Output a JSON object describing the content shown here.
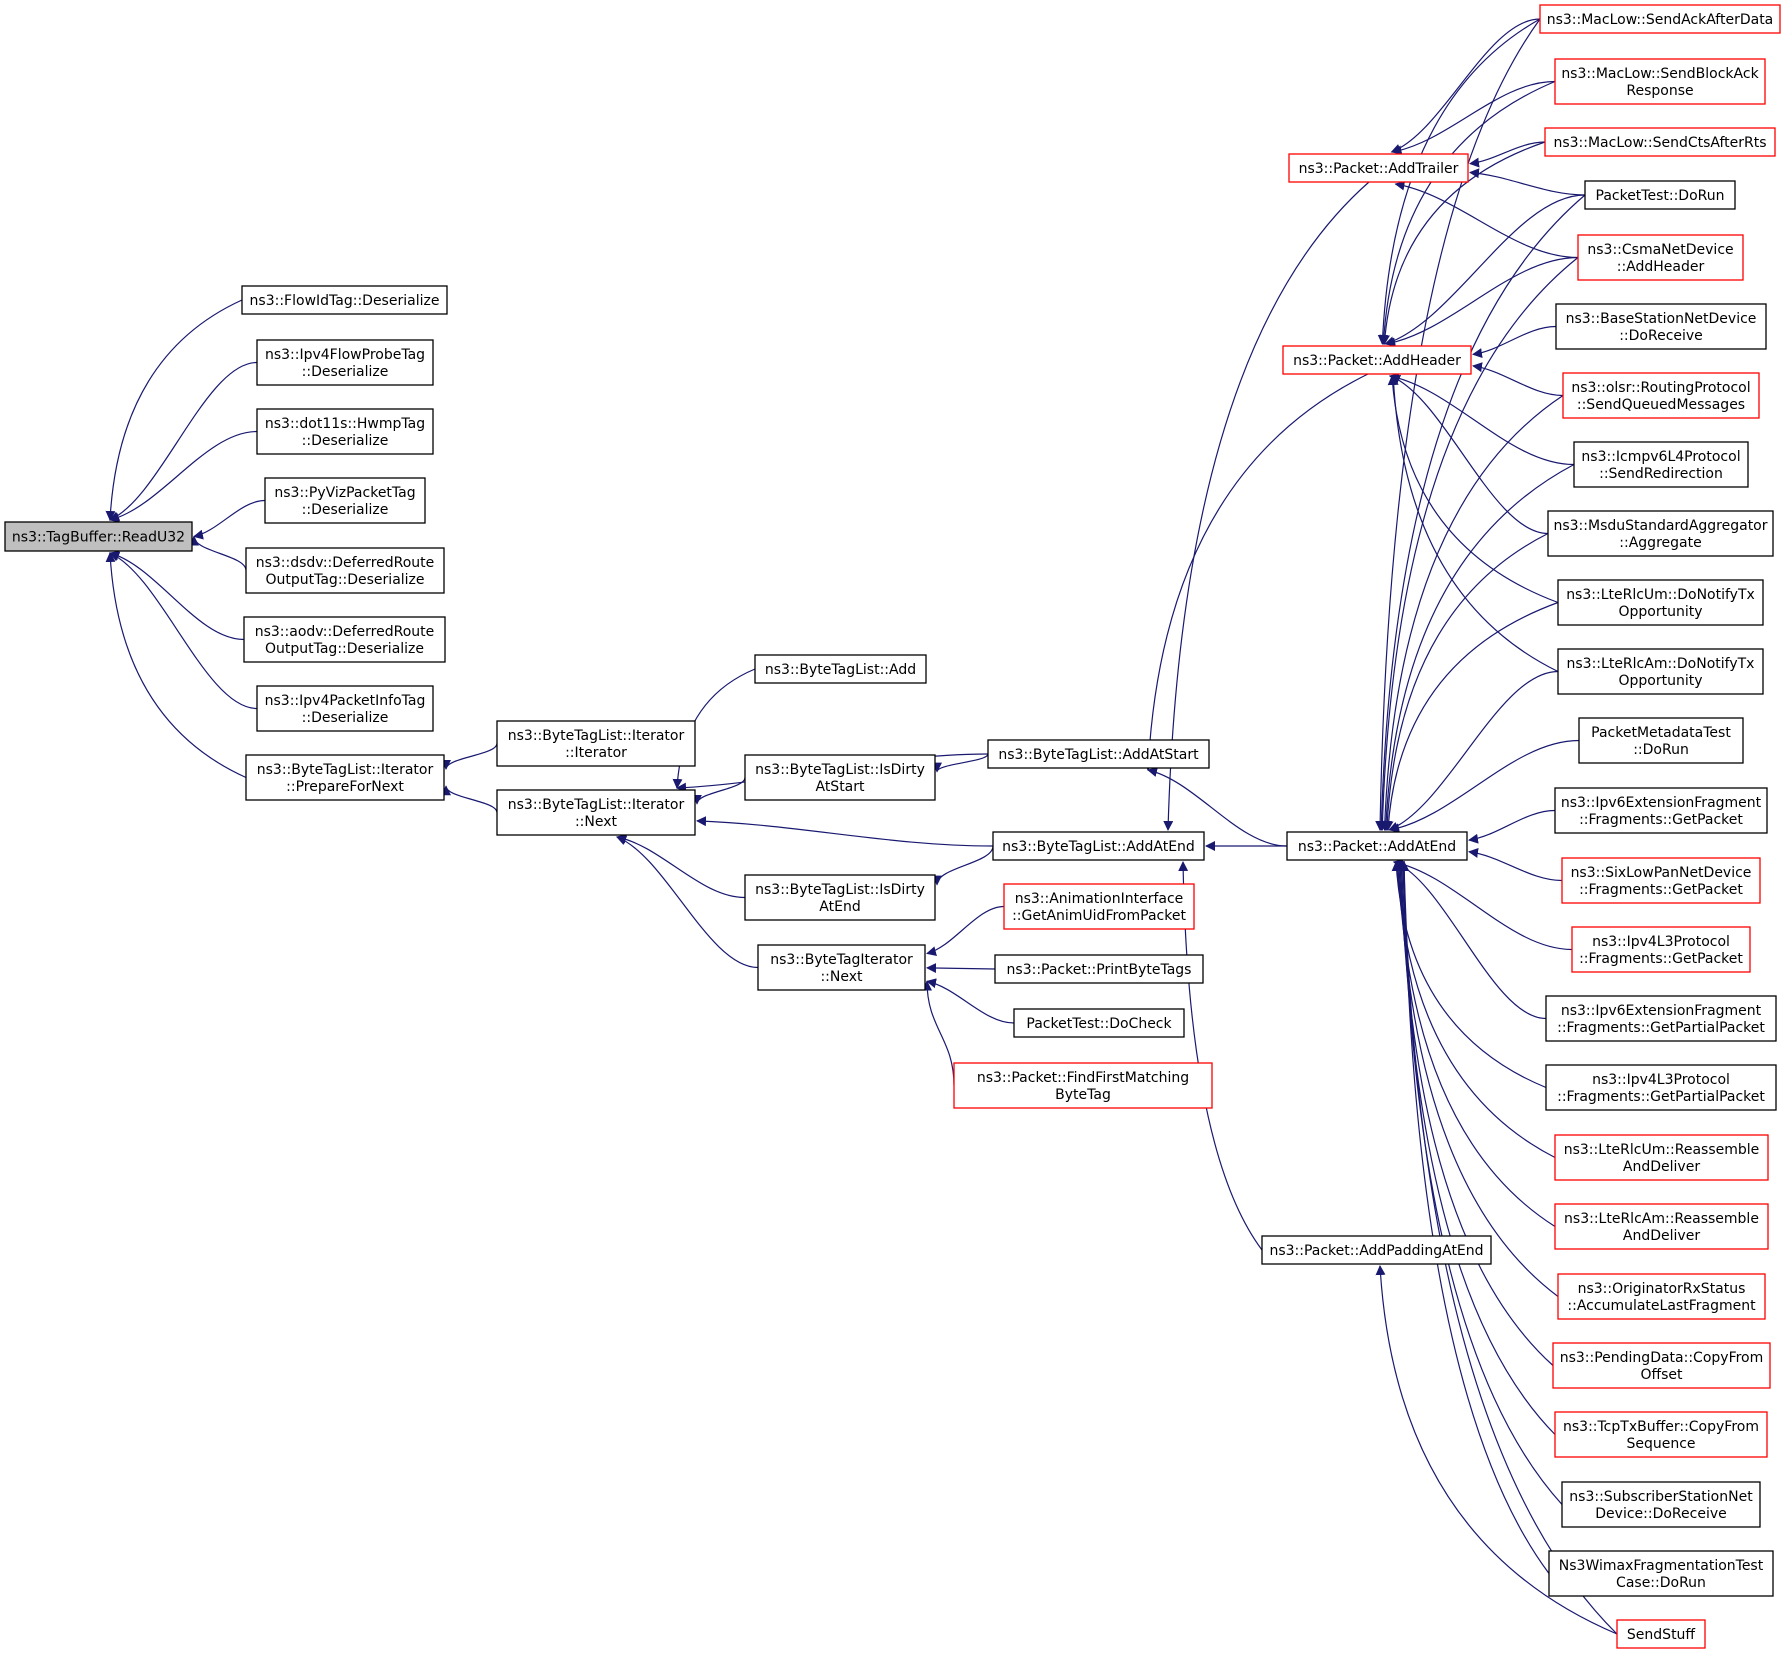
{
  "colors": {
    "edge": "#191970",
    "border_normal": "#000000",
    "border_truncated": "#ff0000",
    "fill_root": "#bfbfbf",
    "fill_node": "#ffffff"
  },
  "nodes": {
    "root": [
      "ns3::TagBuffer::ReadU32"
    ],
    "flowid": [
      "ns3::FlowIdTag::Deserialize"
    ],
    "ipv4flowprobe": [
      "ns3::Ipv4FlowProbeTag",
      "::Deserialize"
    ],
    "hwmp": [
      "ns3::dot11s::HwmpTag",
      "::Deserialize"
    ],
    "pyviz": [
      "ns3::PyVizPacketTag",
      "::Deserialize"
    ],
    "dsdv": [
      "ns3::dsdv::DeferredRoute",
      "OutputTag::Deserialize"
    ],
    "aodv": [
      "ns3::aodv::DeferredRoute",
      "OutputTag::Deserialize"
    ],
    "ipv4pktinfo": [
      "ns3::Ipv4PacketInfoTag",
      "::Deserialize"
    ],
    "preparefornext": [
      "ns3::ByteTagList::Iterator",
      "::PrepareForNext"
    ],
    "iterctor": [
      "ns3::ByteTagList::Iterator",
      "::Iterator"
    ],
    "iternext": [
      "ns3::ByteTagList::Iterator",
      "::Next"
    ],
    "btladd": [
      "ns3::ByteTagList::Add"
    ],
    "isdirtystart": [
      "ns3::ByteTagList::IsDirty",
      "AtStart"
    ],
    "isdirtyend": [
      "ns3::ByteTagList::IsDirty",
      "AtEnd"
    ],
    "btinext": [
      "ns3::ByteTagIterator",
      "::Next"
    ],
    "addatstart": [
      "ns3::ByteTagList::AddAtStart"
    ],
    "btladdatend": [
      "ns3::ByteTagList::AddAtEnd"
    ],
    "anim": [
      "ns3::AnimationInterface",
      "::GetAnimUidFromPacket"
    ],
    "printbytetags": [
      "ns3::Packet::PrintByteTags"
    ],
    "docheck": [
      "PacketTest::DoCheck"
    ],
    "findfirst": [
      "ns3::Packet::FindFirstMatching",
      "ByteTag"
    ],
    "addtrailer": [
      "ns3::Packet::AddTrailer"
    ],
    "addheader": [
      "ns3::Packet::AddHeader"
    ],
    "pktaddatend": [
      "ns3::Packet::AddAtEnd"
    ],
    "addpadding": [
      "ns3::Packet::AddPaddingAtEnd"
    ],
    "sendackafterdata": [
      "ns3::MacLow::SendAckAfterData"
    ],
    "sendblockack": [
      "ns3::MacLow::SendBlockAck",
      "Response"
    ],
    "sendctsafterrts": [
      "ns3::MacLow::SendCtsAfterRts"
    ],
    "packettestdorun": [
      "PacketTest::DoRun"
    ],
    "csmaaddheader": [
      "ns3::CsmaNetDevice",
      "::AddHeader"
    ],
    "bsreceive": [
      "ns3::BaseStationNetDevice",
      "::DoReceive"
    ],
    "olsr": [
      "ns3::olsr::RoutingProtocol",
      "::SendQueuedMessages"
    ],
    "icmpv6": [
      "ns3::Icmpv6L4Protocol",
      "::SendRedirection"
    ],
    "msdu": [
      "ns3::MsduStandardAggregator",
      "::Aggregate"
    ],
    "lterlcumtx": [
      "ns3::LteRlcUm::DoNotifyTx",
      "Opportunity"
    ],
    "lterlcamtx": [
      "ns3::LteRlcAm::DoNotifyTx",
      "Opportunity"
    ],
    "pktmetadatatest": [
      "PacketMetadataTest",
      "::DoRun"
    ],
    "ipv6extfrag": [
      "ns3::Ipv6ExtensionFragment",
      "::Fragments::GetPacket"
    ],
    "sixlowpan": [
      "ns3::SixLowPanNetDevice",
      "::Fragments::GetPacket"
    ],
    "ipv4l3frag": [
      "ns3::Ipv4L3Protocol",
      "::Fragments::GetPacket"
    ],
    "ipv6extpartial": [
      "ns3::Ipv6ExtensionFragment",
      "::Fragments::GetPartialPacket"
    ],
    "ipv4l3partial": [
      "ns3::Ipv4L3Protocol",
      "::Fragments::GetPartialPacket"
    ],
    "lterlcumreasm": [
      "ns3::LteRlcUm::Reassemble",
      "AndDeliver"
    ],
    "lterlcamreasm": [
      "ns3::LteRlcAm::Reassemble",
      "AndDeliver"
    ],
    "originator": [
      "ns3::OriginatorRxStatus",
      "::AccumulateLastFragment"
    ],
    "pendingdata": [
      "ns3::PendingData::CopyFrom",
      "Offset"
    ],
    "tcptxbuffer": [
      "ns3::TcpTxBuffer::CopyFrom",
      "Sequence"
    ],
    "ssreceive": [
      "ns3::SubscriberStationNet",
      "Device::DoReceive"
    ],
    "wimaxfrag": [
      "Ns3WimaxFragmentationTest",
      "Case::DoRun"
    ],
    "sendstuff": [
      "SendStuff"
    ]
  }
}
